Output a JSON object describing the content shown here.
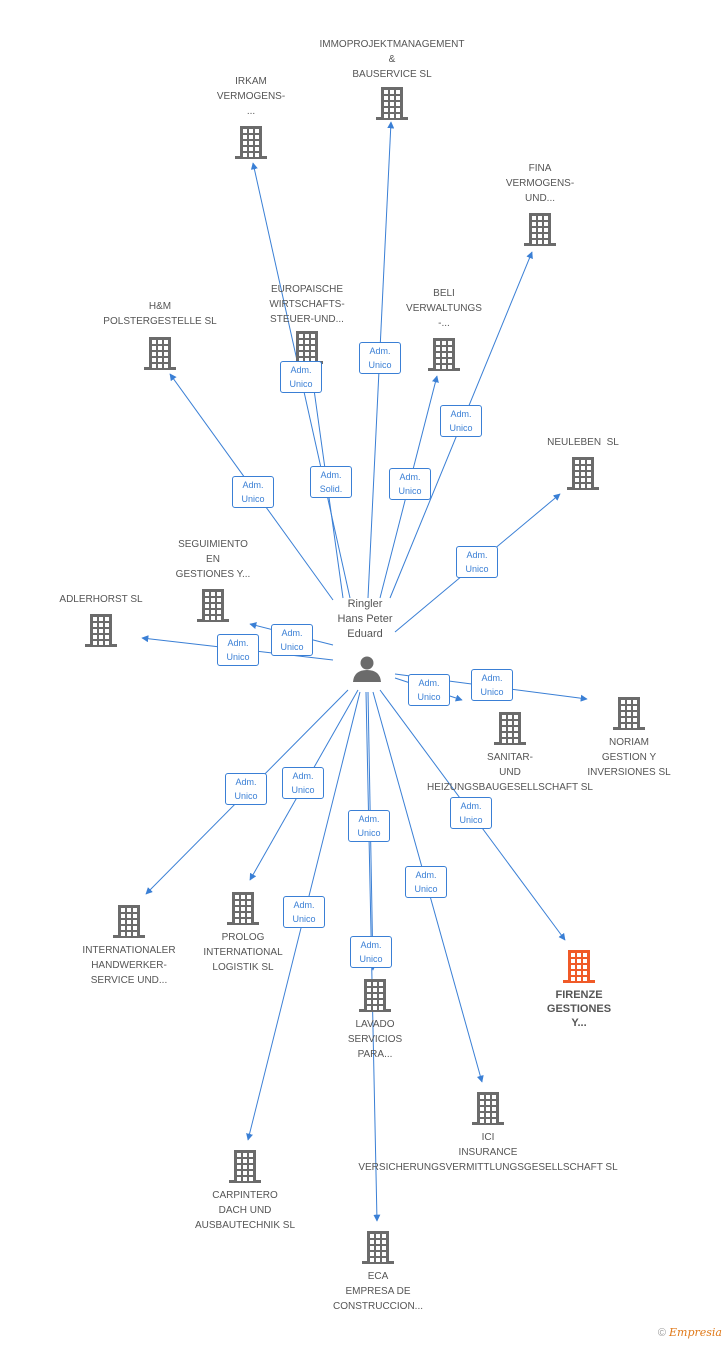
{
  "colors": {
    "edge": "#3a7fd5",
    "node": "#6b6b6b",
    "highlight": "#f05a28"
  },
  "center": {
    "name": "Ringler\nHans Peter\nEduard",
    "icon": "person-icon"
  },
  "companies": [
    {
      "id": "immoprojekt",
      "label": "IMMOPROJEKTMANAGEMENT\n&\nBAUSERVICE SL"
    },
    {
      "id": "irkam",
      "label": "IRKAM\nVERMOGENS-\n..."
    },
    {
      "id": "fina",
      "label": "FINA\nVERMOGENS-\nUND..."
    },
    {
      "id": "europaische",
      "label": "EUROPAISCHE\nWIRTSCHAFTS-\nSTEUER-UND..."
    },
    {
      "id": "hm",
      "label": "H&M\nPOLSTERGESTELLE SL"
    },
    {
      "id": "beli",
      "label": "BELI\nVERWALTUNGS\n-..."
    },
    {
      "id": "neuleben",
      "label": "NEULEBEN  SL"
    },
    {
      "id": "seguimiento",
      "label": "SEGUIMIENTO\nEN\nGESTIONES Y..."
    },
    {
      "id": "adlerhorst",
      "label": "ADLERHORST SL"
    },
    {
      "id": "noriam",
      "label": "NORIAM\nGESTION Y\nINVERSIONES SL"
    },
    {
      "id": "sanitar",
      "label": "SANITAR-\nUND\nHEIZUNGSBAUGESELLSCHAFT SL"
    },
    {
      "id": "firenze",
      "label": "FIRENZE\nGESTIONES\nY...",
      "highlight": true
    },
    {
      "id": "internationaler",
      "label": "INTERNATIONALER\nHANDWERKER-\nSERVICE UND..."
    },
    {
      "id": "prolog",
      "label": "PROLOG\nINTERNATIONAL\nLOGISTIK SL"
    },
    {
      "id": "lavado",
      "label": "LAVADO\nSERVICIOS\nPARA..."
    },
    {
      "id": "ici",
      "label": "ICI\nINSURANCE\nVERSICHERUNGSVERMITTLUNGSGESELLSCHAFT SL"
    },
    {
      "id": "carpintero",
      "label": "CARPINTERO\nDACH UND\nAUSBAUTECHNIK SL"
    },
    {
      "id": "eca",
      "label": "ECA\nEMPRESA DE\nCONSTRUCCION..."
    }
  ],
  "relations": [
    {
      "to": "immoprojekt",
      "label": "Adm.\nUnico"
    },
    {
      "to": "irkam",
      "label": "Adm.\nUnico"
    },
    {
      "to": "europaische",
      "label": "Adm.\nSolid."
    },
    {
      "to": "fina",
      "label": "Adm.\nUnico"
    },
    {
      "to": "hm",
      "label": "Adm.\nUnico"
    },
    {
      "to": "beli",
      "label": "Adm.\nUnico"
    },
    {
      "to": "neuleben",
      "label": "Adm.\nUnico"
    },
    {
      "to": "seguimiento",
      "label": "Adm.\nUnico"
    },
    {
      "to": "adlerhorst",
      "label": "Adm.\nUnico"
    },
    {
      "to": "sanitar",
      "label": "Adm.\nUnico"
    },
    {
      "to": "noriam",
      "label": "Adm.\nUnico"
    },
    {
      "to": "firenze",
      "label": "Adm.\nUnico"
    },
    {
      "to": "internationaler",
      "label": "Adm.\nUnico"
    },
    {
      "to": "prolog",
      "label": "Adm.\nUnico"
    },
    {
      "to": "lavado",
      "label": "Adm.\nUnico"
    },
    {
      "to": "ici",
      "label": "Adm.\nUnico"
    },
    {
      "to": "carpintero",
      "label": "Adm.\nUnico"
    },
    {
      "to": "eca",
      "label": "Adm.\nUnico"
    }
  ],
  "footer": {
    "copyright": "©",
    "brand": "Empresia"
  }
}
